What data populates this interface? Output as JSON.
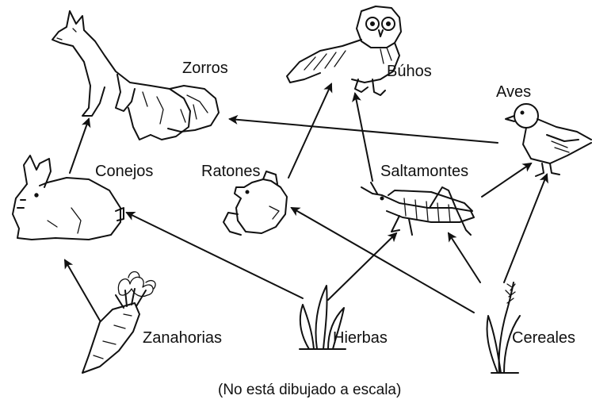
{
  "organisms": {
    "zorros": "Zorros",
    "buhos": "Búhos",
    "aves": "Aves",
    "conejos": "Conejos",
    "ratones": "Ratones",
    "saltamontes": "Saltamontes",
    "zanahorias": "Zanahorias",
    "hierbas": "Hierbas",
    "cereales": "Cereales"
  },
  "caption": "(No está dibujado a escala)",
  "links": [
    {
      "from": "Zanahorias",
      "to": "Conejos"
    },
    {
      "from": "Hierbas",
      "to": "Conejos"
    },
    {
      "from": "Hierbas",
      "to": "Saltamontes"
    },
    {
      "from": "Cereales",
      "to": "Ratones"
    },
    {
      "from": "Cereales",
      "to": "Saltamontes"
    },
    {
      "from": "Cereales",
      "to": "Aves"
    },
    {
      "from": "Conejos",
      "to": "Zorros"
    },
    {
      "from": "Ratones",
      "to": "Búhos"
    },
    {
      "from": "Saltamontes",
      "to": "Búhos"
    },
    {
      "from": "Saltamontes",
      "to": "Aves"
    },
    {
      "from": "Aves",
      "to": "Zorros"
    }
  ]
}
